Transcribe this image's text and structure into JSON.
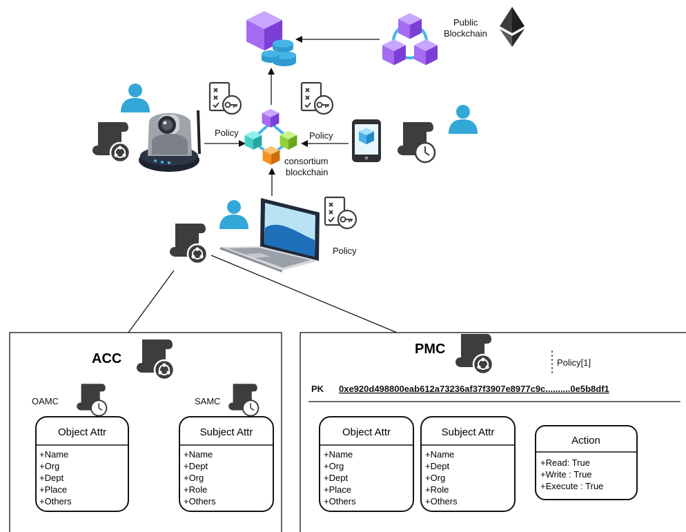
{
  "top": {
    "public_blockchain": [
      "Public",
      "Blockchain"
    ],
    "consortium": [
      "consortium",
      "blockchain"
    ],
    "policy_left": "Policy",
    "policy_right": "Policy",
    "policy_laptop": "Policy"
  },
  "acc": {
    "title": "ACC",
    "oamc_label": "OAMC",
    "samc_label": "SAMC",
    "object_card": {
      "title": "Object Attr",
      "items": [
        "+Name",
        "+Org",
        "+Dept",
        "+Place",
        "+Others"
      ]
    },
    "subject_card": {
      "title": "Subject Attr",
      "items": [
        "+Name",
        "+Dept",
        "+Org",
        "+Role",
        "+Others"
      ]
    }
  },
  "pmc": {
    "title": "PMC",
    "policy_ref": "Policy[1]",
    "pk_label": "PK",
    "pk_value": "0xe920d498800eab612a73236af37f3907e8977c9c..........0e5b8df1",
    "object_card": {
      "title": "Object Attr",
      "items": [
        "+Name",
        "+Org",
        "+Dept",
        "+Place",
        "+Others"
      ]
    },
    "subject_card": {
      "title": "Subject Attr",
      "items": [
        "+Name",
        "+Dept",
        "+Org",
        "+Role",
        "+Others"
      ]
    },
    "action_card": {
      "title": "Action",
      "items": [
        "+Read: True",
        "+Write : True",
        "+Execute : True"
      ]
    }
  },
  "colors": {
    "cube_purple": "#a56bf0",
    "cube_dark_purple": "#7b3fd6",
    "database_blue": "#45b4e8",
    "user_blue": "#34a7d9",
    "contract_gray": "#3d3d3d",
    "cube_teal": "#41d1c8",
    "cube_green": "#8fd33a",
    "cube_orange": "#f39224"
  }
}
